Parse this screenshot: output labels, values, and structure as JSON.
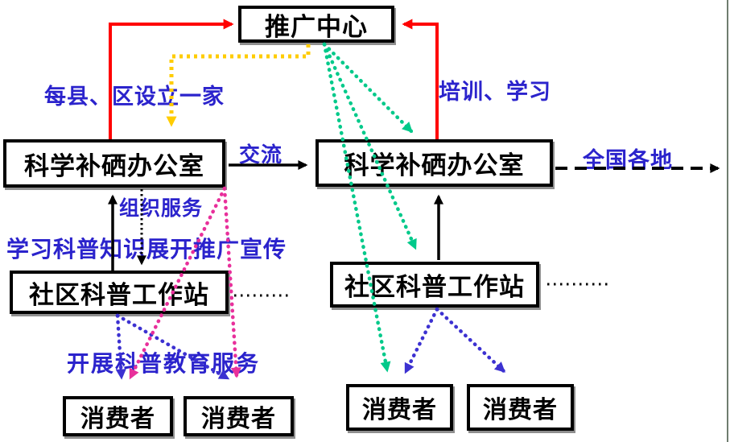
{
  "nodes": {
    "promotion_center": {
      "label": "推广中心"
    },
    "office_left": {
      "label": "科学补硒办公室"
    },
    "office_right": {
      "label": "科学补硒办公室"
    },
    "station_left": {
      "label": "社区科普工作站"
    },
    "station_right": {
      "label": "社区科普工作站"
    },
    "consumer_1": {
      "label": "消费者"
    },
    "consumer_2": {
      "label": "消费者"
    },
    "consumer_3": {
      "label": "消费者"
    },
    "consumer_4": {
      "label": "消费者"
    }
  },
  "labels": {
    "county_setup": "每县、区设立一家",
    "training_study": "培训、学习",
    "exchange": "交流",
    "nationwide": "全国各地",
    "organize_service": "组织服务",
    "learn_promote": "学习科普知识展开推广宣传",
    "education_service": "开展科普教育服务"
  },
  "colors": {
    "red": "#ff0000",
    "yellow": "#ffcc00",
    "green": "#00c98a",
    "blue": "#3c31d1",
    "pink": "#e8309b",
    "black": "#000000",
    "label_blue": "#2b23cc"
  },
  "edges": [
    {
      "from": "office_left",
      "to": "promotion_center",
      "style": "solid",
      "color": "red"
    },
    {
      "from": "office_right",
      "to": "promotion_center",
      "style": "solid",
      "color": "red"
    },
    {
      "from": "promotion_center",
      "to": "office_left",
      "style": "dotted",
      "color": "yellow"
    },
    {
      "from": "promotion_center",
      "to": "office_right",
      "style": "dotted",
      "color": "green"
    },
    {
      "from": "promotion_center",
      "to": "station_right",
      "style": "dotted",
      "color": "green"
    },
    {
      "from": "promotion_center",
      "to": "consumer_3",
      "style": "dotted",
      "color": "green"
    },
    {
      "from": "office_left",
      "to": "office_right",
      "style": "solid",
      "color": "black",
      "label": "交流"
    },
    {
      "from": "office_right",
      "to": "nationwide",
      "style": "dashed",
      "color": "black",
      "label": "全国各地"
    },
    {
      "from": "station_left",
      "to": "office_left",
      "style": "solid",
      "color": "black"
    },
    {
      "from": "office_left",
      "to": "station_left",
      "style": "dotted",
      "color": "black",
      "label": "组织服务"
    },
    {
      "from": "station_right",
      "to": "office_right",
      "style": "solid",
      "color": "black"
    },
    {
      "from": "station_left",
      "to": "consumer_1",
      "style": "dotted",
      "color": "blue"
    },
    {
      "from": "station_left",
      "to": "consumer_2",
      "style": "dotted",
      "color": "blue"
    },
    {
      "from": "station_right",
      "to": "consumer_3",
      "style": "dotted",
      "color": "blue"
    },
    {
      "from": "station_right",
      "to": "consumer_4",
      "style": "dotted",
      "color": "blue"
    },
    {
      "from": "office_left",
      "to": "consumer_1",
      "style": "dotted",
      "color": "pink"
    },
    {
      "from": "office_left",
      "to": "consumer_2",
      "style": "dotted",
      "color": "pink"
    }
  ]
}
